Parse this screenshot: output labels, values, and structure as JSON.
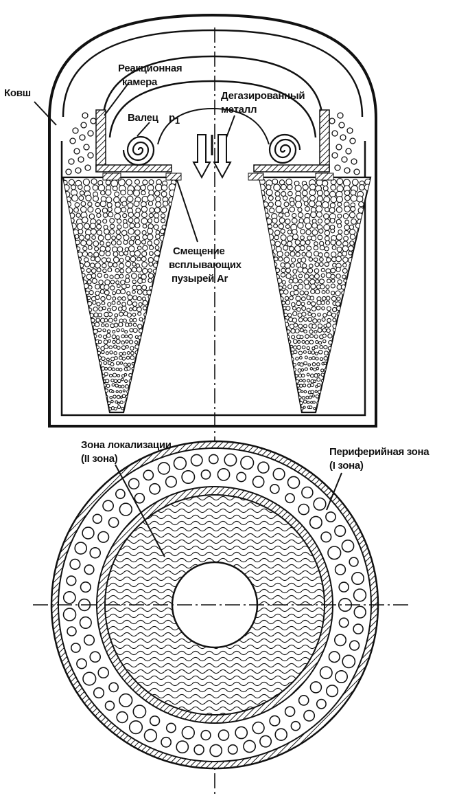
{
  "labels": {
    "ladle": "Ковш",
    "reaction_chamber_l1": "Реакционная",
    "reaction_chamber_l2": "камера",
    "roller": "Валец",
    "pressure": "p",
    "pressure_sub": "1",
    "degassed_l1": "Дегазированный",
    "degassed_l2": "металл",
    "bubbles_l1": "Смещение",
    "bubbles_l2": "всплывающих",
    "bubbles_l3": "пузырей Ar",
    "zone_local_l1": "Зона локализации",
    "zone_local_l2": "(II зона)",
    "zone_periph_l1": "Периферийная зона",
    "zone_periph_l2": "(I зона)"
  },
  "colors": {
    "ink": "#111111",
    "paper": "#ffffff"
  }
}
